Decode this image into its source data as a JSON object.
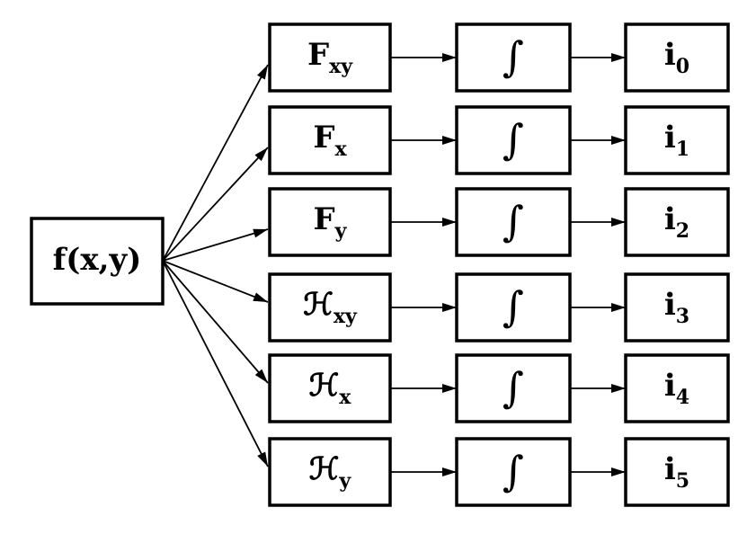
{
  "source": {
    "label": "f(x,y)"
  },
  "rows": [
    {
      "filter": {
        "main": "F",
        "sub": "xy"
      },
      "integral": "∫",
      "output": {
        "main": "i",
        "sub": "0"
      }
    },
    {
      "filter": {
        "main": "F",
        "sub": "x"
      },
      "integral": "∫",
      "output": {
        "main": "i",
        "sub": "1"
      }
    },
    {
      "filter": {
        "main": "F",
        "sub": "y"
      },
      "integral": "∫",
      "output": {
        "main": "i",
        "sub": "2"
      }
    },
    {
      "filter": {
        "main": "ℋ",
        "sub": "xy"
      },
      "integral": "∫",
      "output": {
        "main": "i",
        "sub": "3"
      }
    },
    {
      "filter": {
        "main": "ℋ",
        "sub": "x"
      },
      "integral": "∫",
      "output": {
        "main": "i",
        "sub": "4"
      }
    },
    {
      "filter": {
        "main": "ℋ",
        "sub": "y"
      },
      "integral": "∫",
      "output": {
        "main": "i",
        "sub": "5"
      }
    }
  ]
}
